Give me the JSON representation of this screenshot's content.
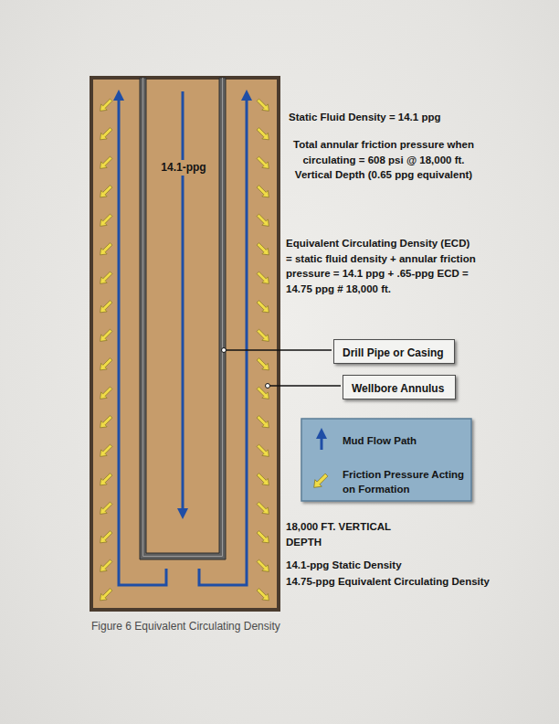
{
  "diagram": {
    "caption": "Figure 6 Equivalent Circulating Density",
    "nodes": [
      {
        "text": [
          "Drill Pipe or Casing"
        ]
      },
      {
        "text": [
          "Wellbore Annulus"
        ]
      }
    ],
    "labels": [
      "Static Fluid Density = 14.1 ppg",
      "Total annular friction pressure when circulating = 608 psi @ 18,000 ft. Vertical Depth (0.65 ppg equivalent)",
      "Equivalent Circulating Density (ECD) = static fluid density + annular friction pressure = 14.1 ppg + .65-ppg ECD = 14.75 ppg # 18,000 ft.",
      "14.1-ppg",
      "18,000 FT. VERTICAL DEPTH",
      "14.1-ppg Static Density",
      "14.75-ppg Equivalent Circulating Density"
    ],
    "legend": [
      {
        "text": "Mud Flow Path"
      },
      {
        "text": "Friction Pressure Acting on Formation"
      }
    ]
  }
}
